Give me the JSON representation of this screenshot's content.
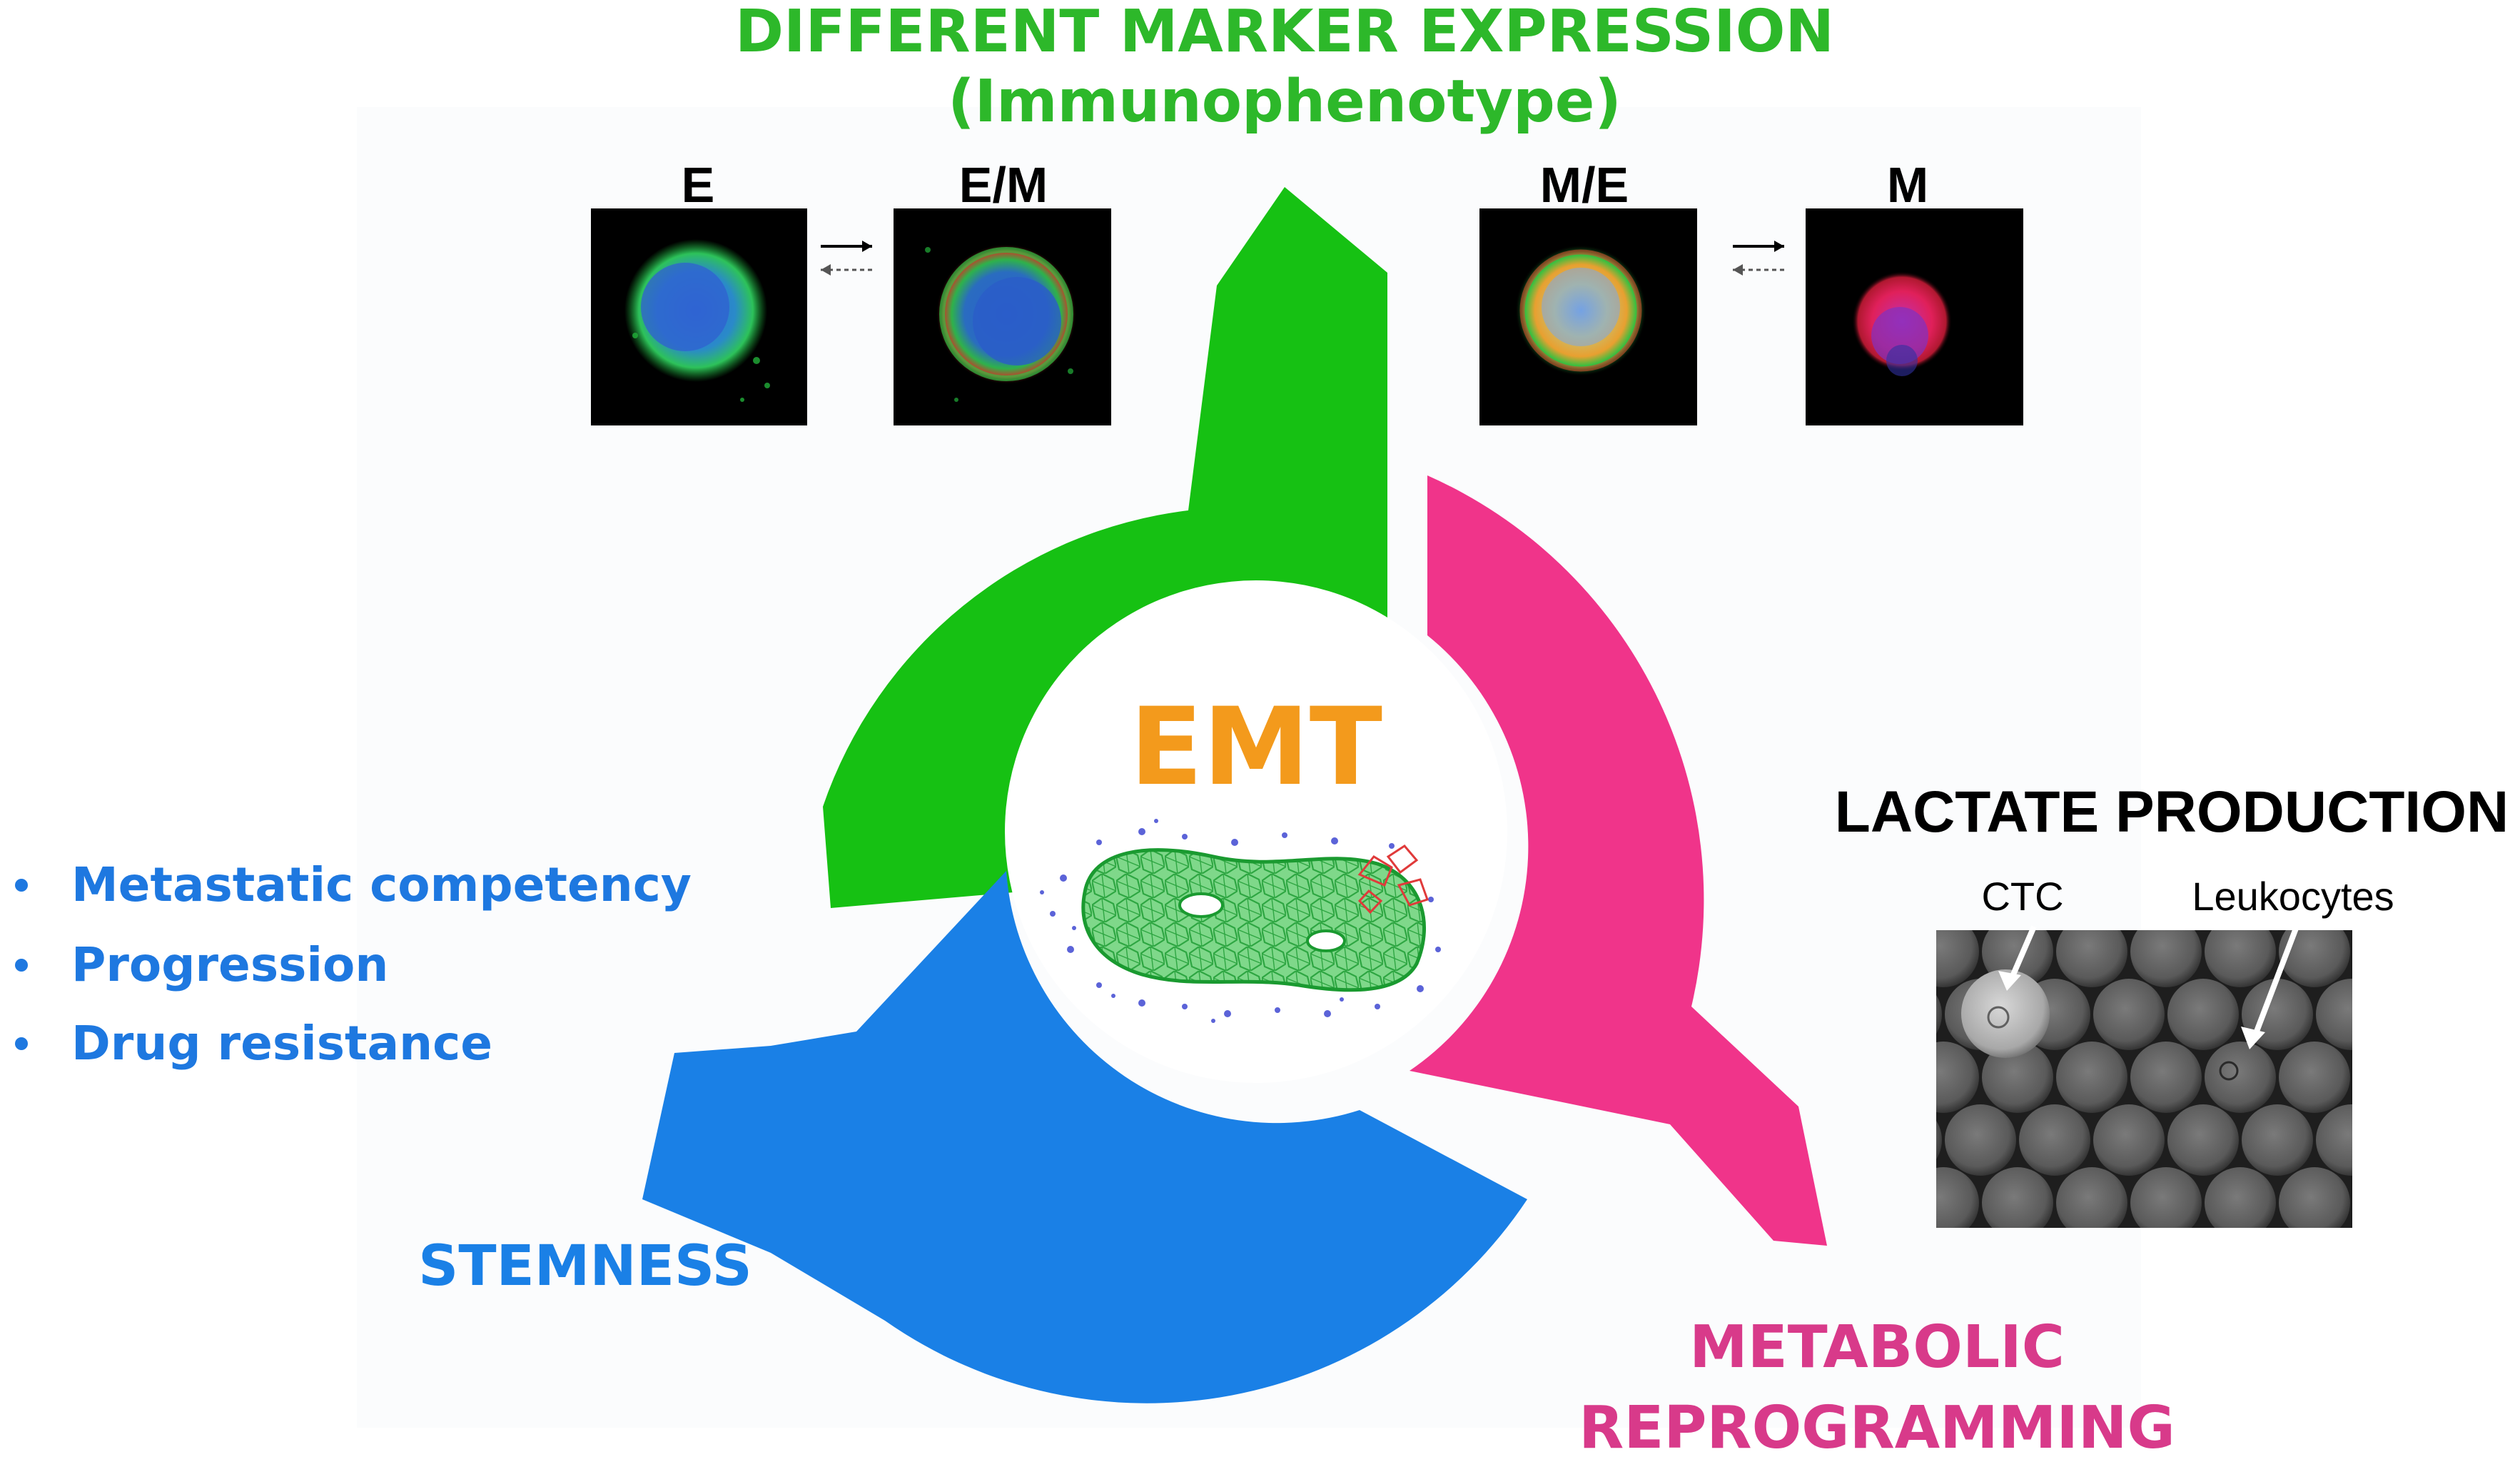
{
  "title": {
    "line1": "DIFFERENT MARKER EXPRESSION",
    "line2": "(Immunophenotype)"
  },
  "center": {
    "label": "EMT"
  },
  "phenotypes": [
    {
      "label": "E"
    },
    {
      "label": "E/M"
    },
    {
      "label": "M/E"
    },
    {
      "label": "M"
    }
  ],
  "lactate": {
    "title": "LACTATE PRODUCTION",
    "ctc_label": "CTC",
    "leukocytes_label": "Leukocytes"
  },
  "bullets": [
    "Metastatic competency",
    "Progression",
    "Drug resistance"
  ],
  "branches": {
    "stemness": "STEMNESS",
    "metabolic_line1": "METABOLIC",
    "metabolic_line2": "REPROGRAMMING"
  },
  "colors": {
    "green": "#16c113",
    "pink": "#f0348a",
    "blue": "#1a80e6",
    "orange": "#f39a1c",
    "title_green": "#2db82a",
    "bullet_blue": "#1e78e0",
    "metabolic_pink": "#d83a8a"
  }
}
